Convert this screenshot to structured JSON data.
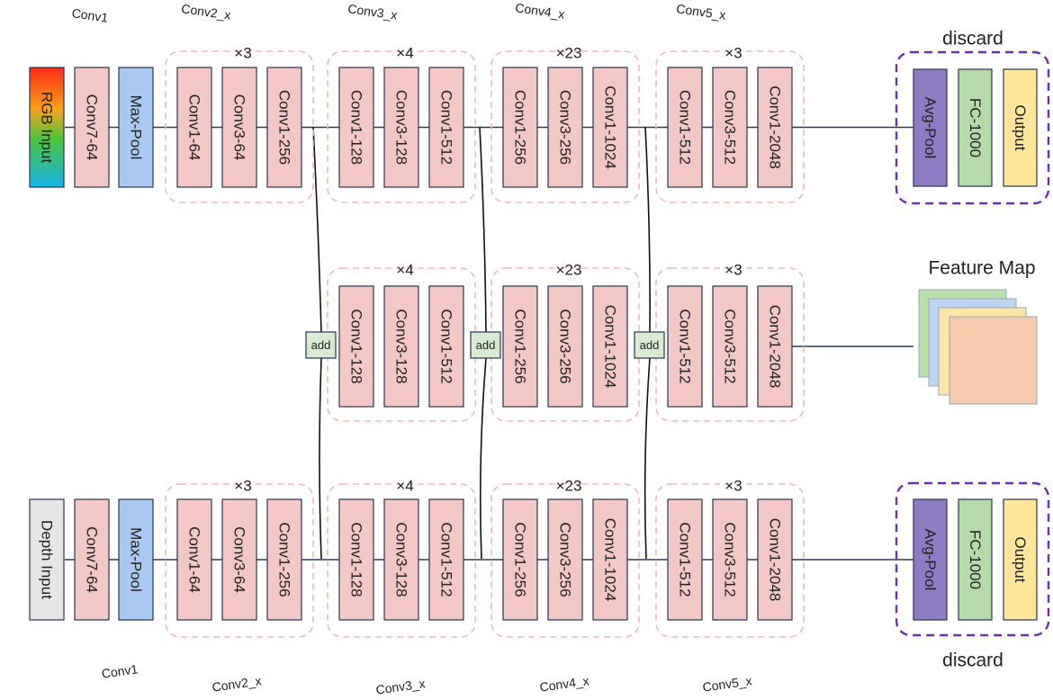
{
  "top_stream": {
    "input_label": "RGB Input",
    "stem": [
      "Conv7-64",
      "Max-Pool"
    ],
    "stage_names": [
      "Conv1",
      "Conv2_x",
      "Conv3_x",
      "Conv4_x",
      "Conv5_x"
    ],
    "stages": [
      {
        "repeat": "×3",
        "layers": [
          "Conv1-64",
          "Conv3-64",
          "Conv1-256"
        ]
      },
      {
        "repeat": "×4",
        "layers": [
          "Conv1-128",
          "Conv3-128",
          "Conv1-512"
        ]
      },
      {
        "repeat": "×23",
        "layers": [
          "Conv1-256",
          "Conv3-256",
          "Conv1-1024"
        ]
      },
      {
        "repeat": "×3",
        "layers": [
          "Conv1-512",
          "Conv3-512",
          "Conv1-2048"
        ]
      }
    ],
    "head_label": "discard",
    "head": [
      "Avg-Pool",
      "FC-1000",
      "Output"
    ]
  },
  "fusion_stream": {
    "add_label": "add",
    "stages": [
      {
        "repeat": "×4",
        "layers": [
          "Conv1-128",
          "Conv3-128",
          "Conv1-512"
        ]
      },
      {
        "repeat": "×23",
        "layers": [
          "Conv1-256",
          "Conv3-256",
          "Conv1-1024"
        ]
      },
      {
        "repeat": "×3",
        "layers": [
          "Conv1-512",
          "Conv3-512",
          "Conv1-2048"
        ]
      }
    ],
    "output_label": "Feature Map"
  },
  "bottom_stream": {
    "input_label": "Depth Input",
    "stem": [
      "Conv7-64",
      "Max-Pool"
    ],
    "stage_names": [
      "Conv1",
      "Conv2_x",
      "Conv3_x",
      "Conv4_x",
      "Conv5_x"
    ],
    "stages": [
      {
        "repeat": "×3",
        "layers": [
          "Conv1-64",
          "Conv3-64",
          "Conv1-256"
        ]
      },
      {
        "repeat": "×4",
        "layers": [
          "Conv1-128",
          "Conv3-128",
          "Conv1-512"
        ]
      },
      {
        "repeat": "×23",
        "layers": [
          "Conv1-256",
          "Conv3-256",
          "Conv1-1024"
        ]
      },
      {
        "repeat": "×3",
        "layers": [
          "Conv1-512",
          "Conv3-512",
          "Conv1-2048"
        ]
      }
    ],
    "head_label": "discard",
    "head": [
      "Avg-Pool",
      "FC-1000",
      "Output"
    ]
  },
  "colors": {
    "conv": "#f4c7c7",
    "pool": "#a9c8f2",
    "avgpool": "#8e7cc3",
    "fc": "#b6dbab",
    "output": "#fde59a",
    "add": "#d9ead3",
    "depth_input": "#e6e6e6",
    "stage_border": "#f2b9b9",
    "discard_border": "#6a2fb5",
    "line": "#2b3d57"
  }
}
